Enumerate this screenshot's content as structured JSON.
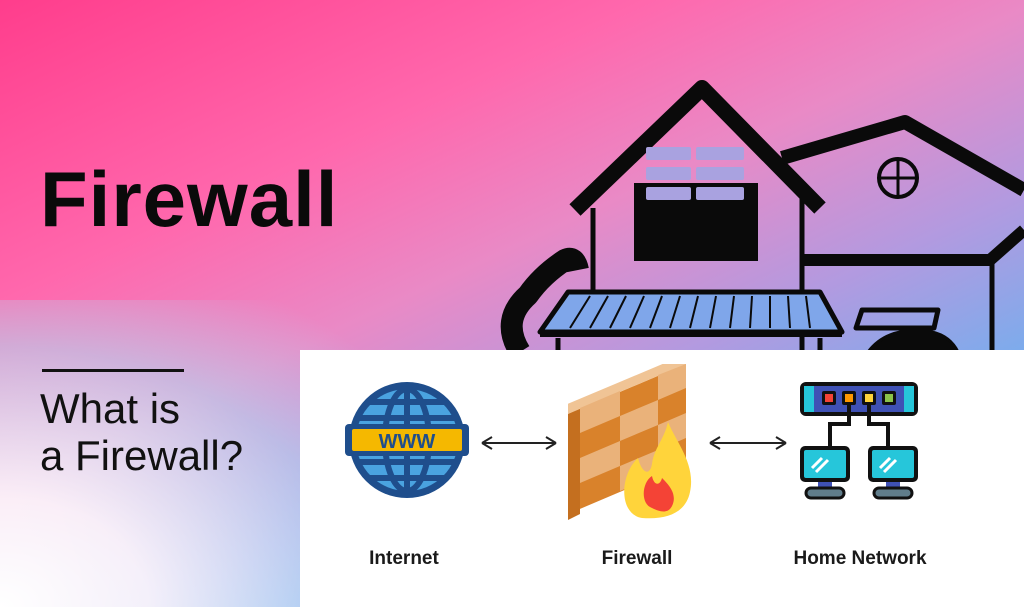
{
  "hero": {
    "title": "Firewall",
    "subtitle_line1": "What is",
    "subtitle_line2": "a Firewall?"
  },
  "diagram": {
    "nodes": [
      {
        "label": "Internet",
        "icon": "globe-www-icon",
        "badge_text": "WWW"
      },
      {
        "label": "Firewall",
        "icon": "brick-wall-fire-icon"
      },
      {
        "label": "Home Network",
        "icon": "network-switch-computers-icon"
      }
    ],
    "connections": [
      {
        "from": "Internet",
        "to": "Firewall",
        "type": "bidirectional-arrow"
      },
      {
        "from": "Firewall",
        "to": "Home Network",
        "type": "bidirectional-arrow"
      }
    ]
  },
  "colors": {
    "globe_blue": "#1f4e8c",
    "globe_light": "#4aa3e0",
    "www_band": "#f5b800",
    "brick_dark": "#d9822b",
    "brick_light": "#eab27a",
    "flame_yellow": "#ffd43b",
    "flame_red": "#f44336",
    "switch_body": "#3f51b5",
    "monitor_screen": "#26c6da"
  }
}
